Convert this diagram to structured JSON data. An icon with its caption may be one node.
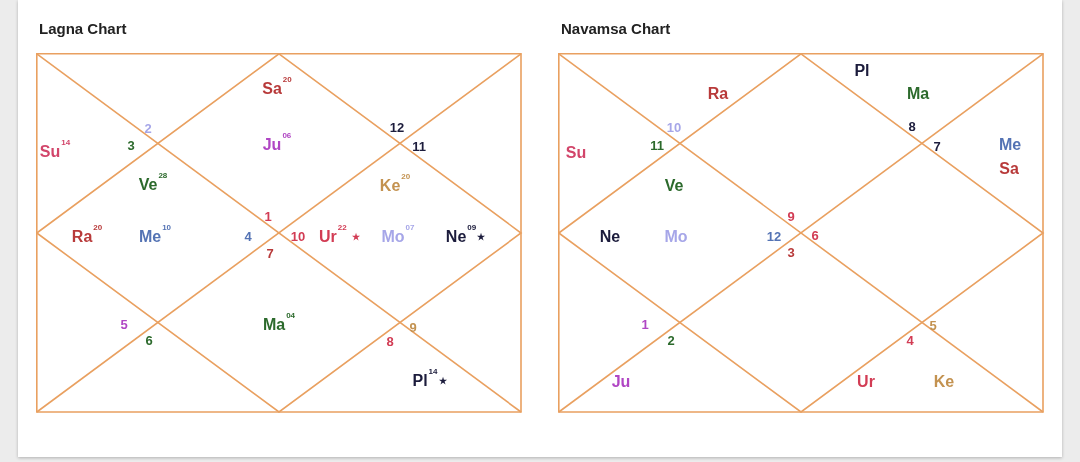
{
  "diagram": {
    "nodes": [
      {
        "text": [
          "Lagna Chart"
        ]
      },
      {
        "text": [
          "Navamsa Chart"
        ]
      }
    ],
    "edges": [],
    "labels": [
      "Sa$^{20}$",
      "2",
      "Su$^{14}$",
      "3",
      "Ju$^{06}$",
      "12",
      "11",
      "Ve$^{28}$",
      "Ke$^{20}$",
      "1",
      "Ra$^{20}$",
      "Me$^{10}$",
      "4",
      "10",
      "Ur$^{22}$ ⋆",
      "Mo$^{07}$",
      "Ne$^{09}$⋆",
      "7",
      "5",
      "Ma$^{04}$",
      "9",
      "6",
      "8",
      "Pl$^{14}$⋆",
      "Pl",
      "Ra",
      "Ma",
      "10",
      "8",
      "11",
      "7",
      "Su",
      "Me",
      "Sa",
      "Ve",
      "9",
      "Ne",
      "Mo",
      "12",
      "6",
      "3",
      "1",
      "5",
      "2",
      "4",
      "Ju",
      "Ur",
      "Ke"
    ]
  }
}
